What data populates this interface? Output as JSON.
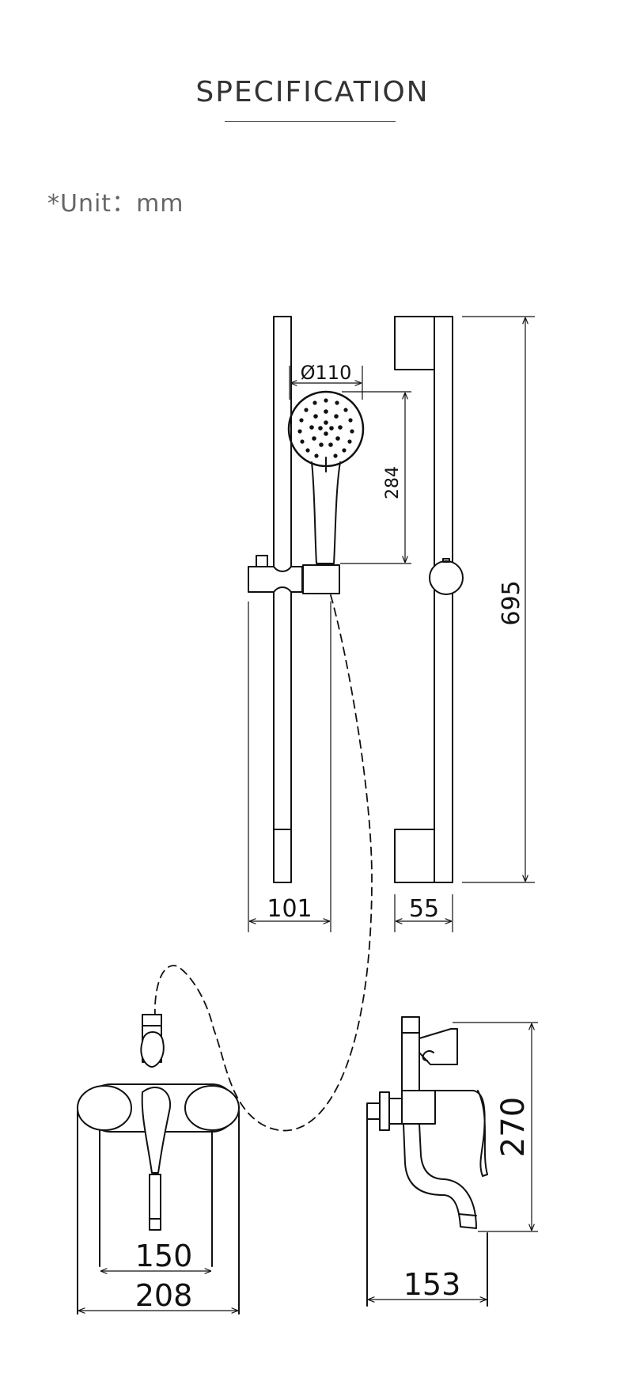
{
  "header": {
    "title": "SPECIFICATION",
    "unit_note": "*Unit：mm"
  },
  "dimensions": {
    "head_diameter": "Ø110",
    "handshower_length": "284",
    "rail_height": "695",
    "holder_depth": "101",
    "rail_depth": "55",
    "faucet_centers": "150",
    "faucet_width": "208",
    "faucet_projection": "153",
    "faucet_height": "270"
  },
  "colors": {
    "line": "#111111",
    "text": "#333333",
    "note": "#666666"
  }
}
